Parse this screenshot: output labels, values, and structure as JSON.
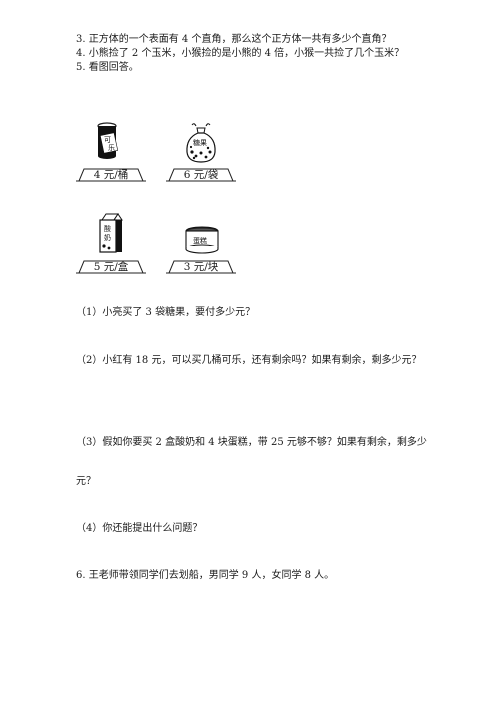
{
  "questions": {
    "q3": "3. 正方体的一个表面有 4 个直角，那么这个正方体一共有多少个直角？",
    "q4": "4. 小熊捡了 2 个玉米，小猴捡的是小熊的 4 倍，小猴一共捡了几个玉米？",
    "q5": "5. 看图回答。"
  },
  "items": [
    {
      "price": "4 元/桶",
      "label_a": "可",
      "label_b": "乐"
    },
    {
      "price": "6 元/袋",
      "label": "糖果"
    },
    {
      "price": "5 元/盒",
      "label_a": "酸",
      "label_b": "奶"
    },
    {
      "price": "3 元/块",
      "label": "蛋糕"
    }
  ],
  "subquestions": {
    "s1": "（1）小亮买了 3 袋糖果，要付多少元？",
    "s2": "（2）小红有 18 元，可以买几桶可乐，还有剩余吗？如果有剩余，剩多少元？",
    "s3a": "（3）假如你要买 2 盒酸奶和 4 块蛋糕，带 25 元够不够？如果有剩余，剩多少",
    "s3b": "元？",
    "s4": "（4）你还能提出什么问题？"
  },
  "q6": "6. 王老师带领同学们去划船，男同学 9 人，女同学 8 人。"
}
